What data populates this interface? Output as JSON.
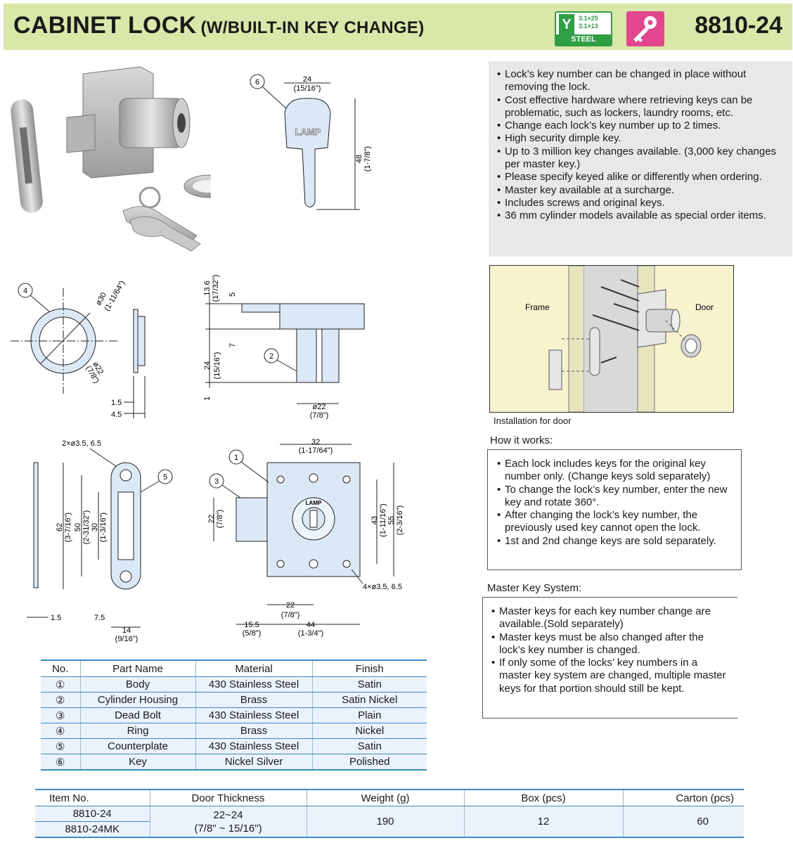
{
  "header": {
    "title": "CABINET LOCK",
    "subtitle": "(W/BUILT-IN KEY CHANGE)",
    "part_number": "8810-24",
    "badge_steel_spec_1": "3.1×25",
    "badge_steel_spec_2": "3.1×13",
    "badge_steel_label": "STEEL",
    "badge_steel_icon": "screw-y-icon",
    "badge_key_icon": "key-icon",
    "colors": {
      "header_bg": "#d9e8a8",
      "steel_badge": "#2f9e45",
      "key_badge": "#e3458f",
      "table_rule": "#3b8ac4"
    }
  },
  "features": [
    "Lock’s key number can be changed in place without removing the lock.",
    "Cost effective hardware where retrieving keys can be problematic, such as lockers, laundry rooms, etc.",
    "Change each lock’s key number up to 2 times.",
    "High security dimple key.",
    "Up to 3 million key changes available. (3,000 key changes per master key.)",
    "Please specify keyed alike or differently when ordering.",
    "Master key available at a surcharge.",
    "Includes screws and original keys.",
    "36 mm cylinder models available as special order items."
  ],
  "installation": {
    "frame_label": "Frame",
    "door_label": "Door",
    "caption": "Installation for door"
  },
  "how_it_works": {
    "title": "How it works:",
    "items": [
      "Each lock includes keys for the original key number only. (Change keys sold separately)",
      "To change the lock’s key number, enter the new key and rotate 360°.",
      "After changing the lock’s key number, the previously used key cannot open the lock.",
      "1st and 2nd change keys are sold separately."
    ]
  },
  "master_key": {
    "title": "Master Key System:",
    "items": [
      "Master keys for each key number change are available.(Sold separately)",
      "Master keys must be also changed after the lock’s  key number is changed.",
      "If only some of the locks’ key numbers in a master key system are changed, multiple master keys for that portion should still be kept."
    ]
  },
  "drawings": {
    "key": {
      "callout": "6",
      "width": "24",
      "width_in": "(15/16\")",
      "length": "48",
      "length_in": "(1-7/8\")",
      "brand": "LAMP"
    },
    "ring": {
      "callout": "4",
      "outer": "ø30",
      "outer_in": "(1-11/64\")",
      "inner": "ø22",
      "inner_in": "(7/8\")",
      "t1": "1.5",
      "t2": "4.5"
    },
    "side": {
      "callout": "2",
      "d1": "13.6",
      "d1_in": "(17/32\")",
      "d2": "5",
      "d3": "7",
      "d4": "24",
      "d4_in": "(15/16\")",
      "d5": "1",
      "dia": "ø22",
      "dia_in": "(7/8\")"
    },
    "counterplate": {
      "callout": "5",
      "holes": "2×ø3.5, 6.5",
      "h1": "62",
      "h1_in": "(3-7/16\")",
      "h2": "50",
      "h2_in": "(2-31/32\")",
      "h3": "30",
      "h3_in": "(1-3/16\")",
      "t": "1.5",
      "w1": "7.5",
      "w2": "14",
      "w2_in": "(9/16\")"
    },
    "front": {
      "callout_body": "1",
      "callout_bolt": "3",
      "w": "32",
      "w_in": "(1-17/64\")",
      "h1": "43",
      "h1_in": "(1-11/16\")",
      "h2": "55",
      "h2_in": "(2-3/16\")",
      "bolt_h": "22",
      "bolt_h_in": "(7/8\")",
      "holes": "4×ø3.5, 6.5",
      "c": "22",
      "c_in": "(7/8\")",
      "b1": "15.5",
      "b1_in": "(5/8\")",
      "b2": "44",
      "b2_in": "(1-3/4\")",
      "brand": "LAMP"
    }
  },
  "parts_table": {
    "headers": [
      "No.",
      "Part Name",
      "Material",
      "Finish"
    ],
    "rows": [
      [
        "①",
        "Body",
        "430 Stainless Steel",
        "Satin"
      ],
      [
        "②",
        "Cylinder Housing",
        "Brass",
        "Satin Nickel"
      ],
      [
        "③",
        "Dead Bolt",
        "430 Stainless Steel",
        "Plain"
      ],
      [
        "④",
        "Ring",
        "Brass",
        "Nickel"
      ],
      [
        "⑤",
        "Counterplate",
        "430 Stainless Steel",
        "Satin"
      ],
      [
        "⑥",
        "Key",
        "Nickel Silver",
        "Polished"
      ]
    ]
  },
  "spec_table": {
    "headers": [
      "Item No.",
      "Door Thickness",
      "Weight (g)",
      "Box (pcs)",
      "Carton (pcs)"
    ],
    "item_1": "8810-24",
    "item_2": "8810-24MK",
    "door_thickness_1": "22~24",
    "door_thickness_2": "(7/8\" ~ 15/16\")",
    "weight": "190",
    "box": "12",
    "carton": "60"
  }
}
